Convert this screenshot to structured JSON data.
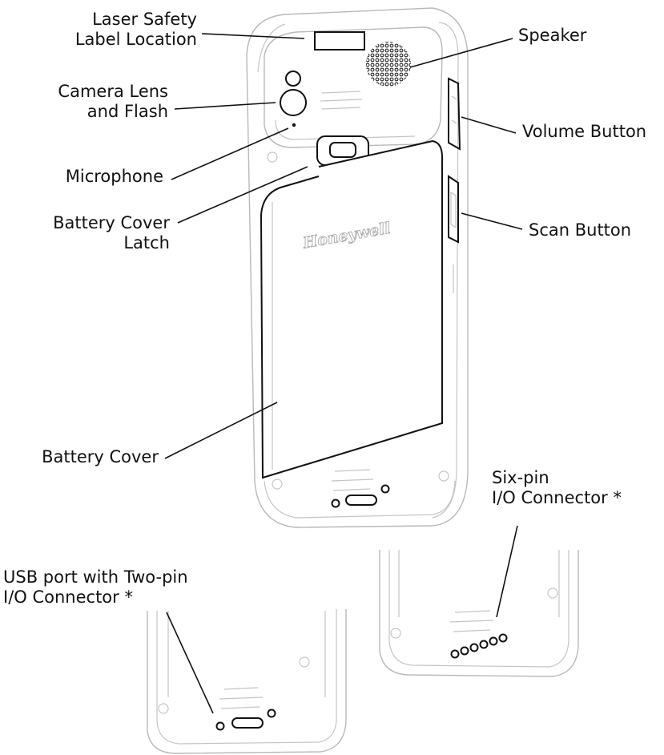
{
  "labels": {
    "laser_safety": [
      "Laser Safety",
      "Label Location"
    ],
    "speaker": [
      "Speaker"
    ],
    "camera": [
      "Camera Lens",
      "and Flash"
    ],
    "volume": [
      "Volume Button"
    ],
    "microphone": [
      "Microphone"
    ],
    "battery_latch": [
      "Battery Cover",
      "Latch"
    ],
    "scan": [
      "Scan Button"
    ],
    "battery_cover": [
      "Battery Cover"
    ],
    "six_pin": [
      "Six-pin",
      "I/O Connector *"
    ],
    "usb": [
      "USB port with Two-pin",
      "I/O Connector *"
    ]
  },
  "brand_logo": "Honeywell",
  "colors": {
    "ink": "#111111",
    "outline": "#b8b8b8"
  }
}
